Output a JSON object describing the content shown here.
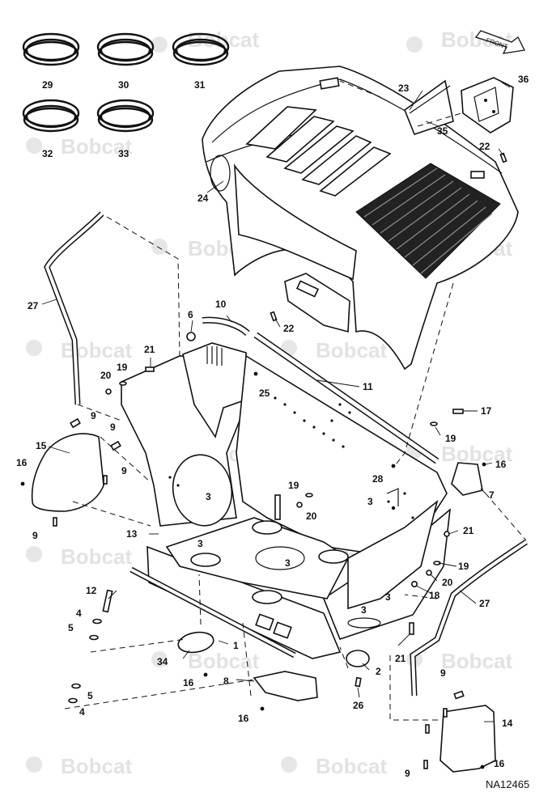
{
  "watermark": {
    "brand": "Bobcat"
  },
  "drawing_code": "NA12465",
  "front_arrow": {
    "label": "FRONT"
  },
  "callouts": {
    "c1": "1",
    "c2": "2",
    "c3a": "3",
    "c3b": "3",
    "c3c": "3",
    "c3d": "3",
    "c3e": "3",
    "c3f": "3",
    "c4a": "4",
    "c4b": "4",
    "c5a": "5",
    "c5b": "5",
    "c6": "6",
    "c7": "7",
    "c8": "8",
    "c9a": "9",
    "c9b": "9",
    "c9c": "9",
    "c9d": "9",
    "c9e": "9",
    "c9f": "9",
    "c10": "10",
    "c11": "11",
    "c12": "12",
    "c13": "13",
    "c14": "14",
    "c15": "15",
    "c16a": "16",
    "c16b": "16",
    "c16c": "16",
    "c16d": "16",
    "c16e": "16",
    "c17": "17",
    "c18": "18",
    "c19a": "19",
    "c19b": "19",
    "c19c": "19",
    "c19d": "19",
    "c20a": "20",
    "c20b": "20",
    "c20c": "20",
    "c21a": "21",
    "c21b": "21",
    "c21c": "21",
    "c22a": "22",
    "c22b": "22",
    "c23": "23",
    "c24": "24",
    "c25": "25",
    "c26": "26",
    "c27a": "27",
    "c27b": "27",
    "c28": "28",
    "c29": "29",
    "c30": "30",
    "c31": "31",
    "c32": "32",
    "c33": "33",
    "c34": "34",
    "c35": "35",
    "c36": "36"
  }
}
